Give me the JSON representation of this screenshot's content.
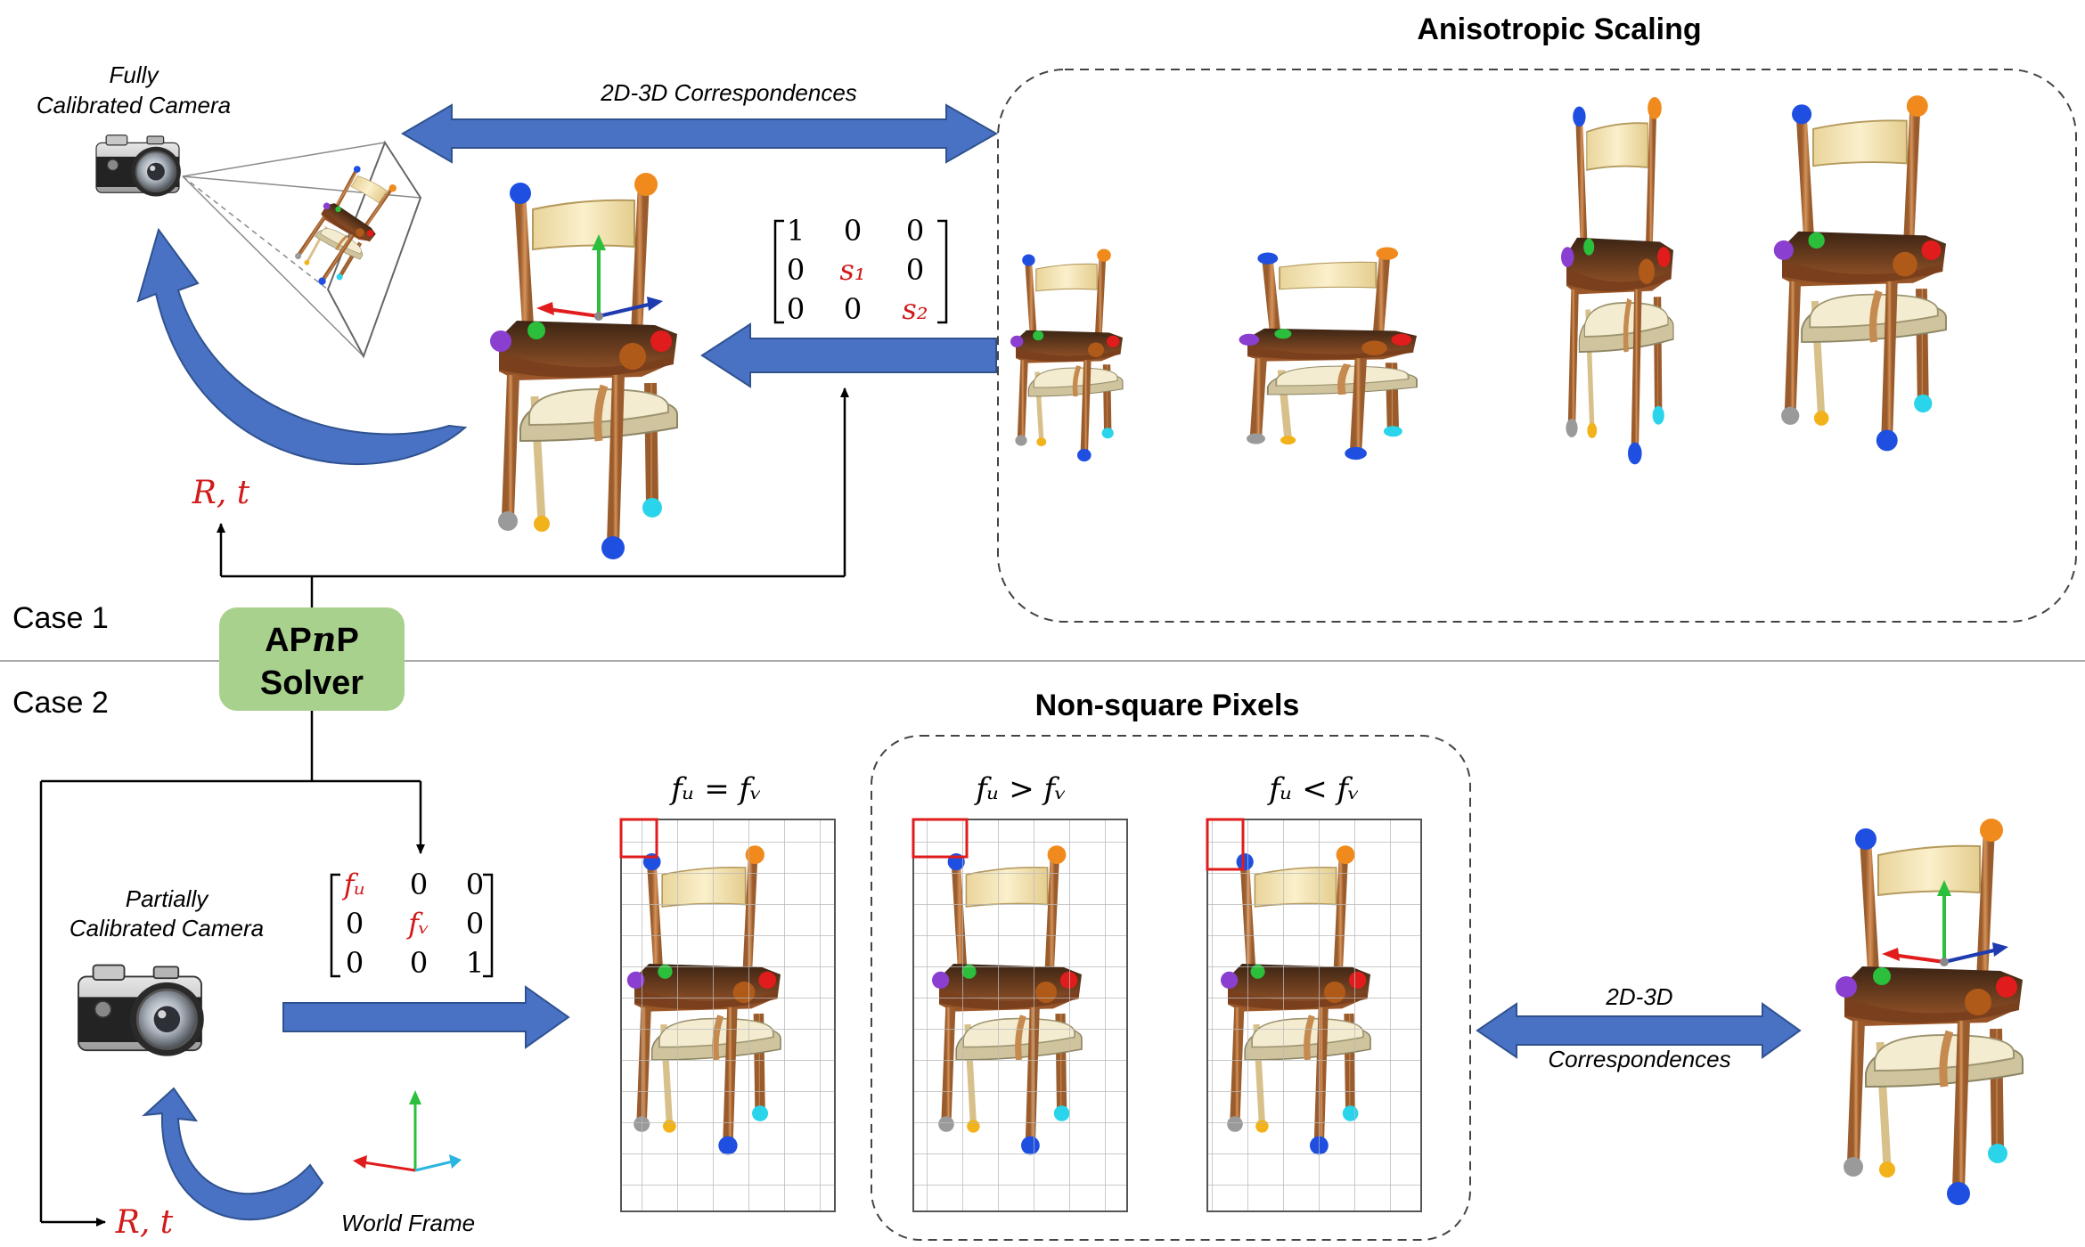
{
  "headings": {
    "anisotropic": "Anisotropic Scaling",
    "nonsquare": "Non-square Pixels"
  },
  "cases": {
    "case1": "Case 1",
    "case2": "Case 2"
  },
  "solver": {
    "line1": "APnP",
    "line2": "Solver",
    "ap": "AP",
    "n": "n",
    "p": "P"
  },
  "camera_top": {
    "line1": "Fully",
    "line2": "Calibrated Camera"
  },
  "camera_bottom": {
    "line1": "Partially",
    "line2": "Calibrated Camera"
  },
  "correspondences_top": "2D-3D Correspondences",
  "correspondences_bottom": {
    "line1": "2D-3D",
    "line2": "Correspondences"
  },
  "pose_label": "R, t",
  "world_frame": "World Frame",
  "scale_matrix": {
    "rows": [
      [
        "1",
        "0",
        "0"
      ],
      [
        "0",
        "s1",
        "0"
      ],
      [
        "0",
        "0",
        "s2"
      ]
    ],
    "highlighted": [
      "s1",
      "s2"
    ]
  },
  "intrinsic_matrix": {
    "rows": [
      [
        "fu",
        "0",
        "0"
      ],
      [
        "0",
        "fv",
        "0"
      ],
      [
        "0",
        "0",
        "1"
      ]
    ],
    "highlighted": [
      "fu",
      "fv"
    ]
  },
  "pixel_panels": [
    {
      "label": "fu = fv"
    },
    {
      "label": "fu > fv"
    },
    {
      "label": "fu < fv"
    }
  ],
  "keypoint_colors": {
    "blue": "#1f4fe0",
    "orange": "#f08a1c",
    "red": "#e01c1c",
    "green": "#2bbf3c",
    "purple": "#8a3fd0",
    "brown": "#b05a1a",
    "gray": "#9a9a9a",
    "yellow": "#f2b21a",
    "cyan": "#2ad4ea"
  },
  "colors": {
    "arrow_blue": "#4a72c4",
    "arrow_stroke": "#2f528f",
    "highlight_red": "#d11a1a",
    "solver_green": "#a9d18e"
  }
}
